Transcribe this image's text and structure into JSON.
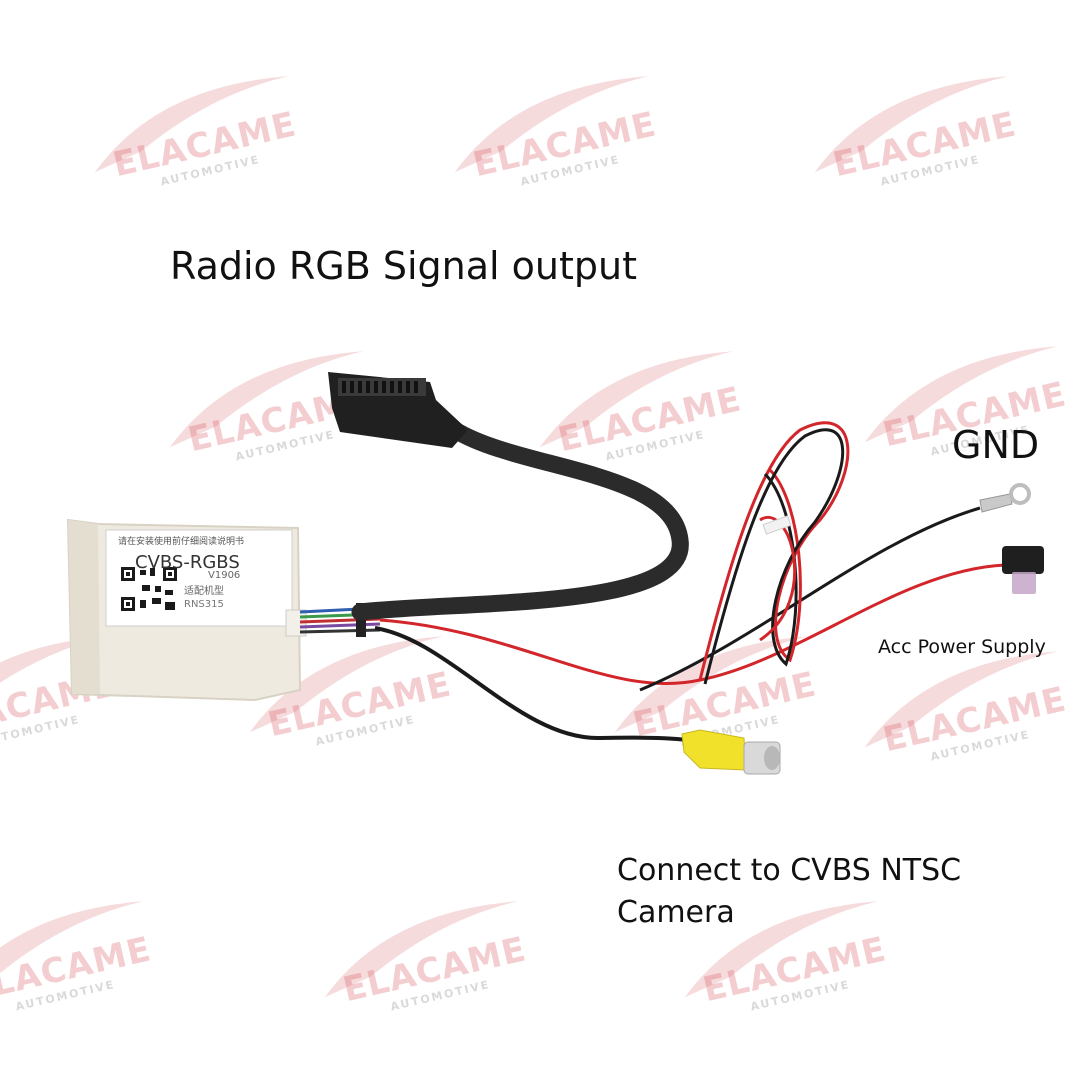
{
  "labels": {
    "radio_output": "Radio RGB Signal output",
    "gnd": "GND",
    "acc_power": "Acc Power Supply",
    "cvbs_camera_line1": "Connect to CVBS NTSC",
    "cvbs_camera_line2": "Camera"
  },
  "watermark": {
    "brand": "ELACAME",
    "tagline": "AUTOMOTIVE"
  },
  "module": {
    "chinese_note": "请在安装使用前仔细阅读说明书",
    "title": "CVBS-RGBS",
    "version": "V1906",
    "fit_label": "适配机型",
    "model": "RNS315"
  },
  "colors": {
    "watermark_red": "#d65a64",
    "wire_red": "#d2262b",
    "wire_black": "#1a1a1a",
    "cable_black": "#2b2b2b",
    "rca_yellow": "#f1e12a",
    "module_body": "#efeadf"
  }
}
